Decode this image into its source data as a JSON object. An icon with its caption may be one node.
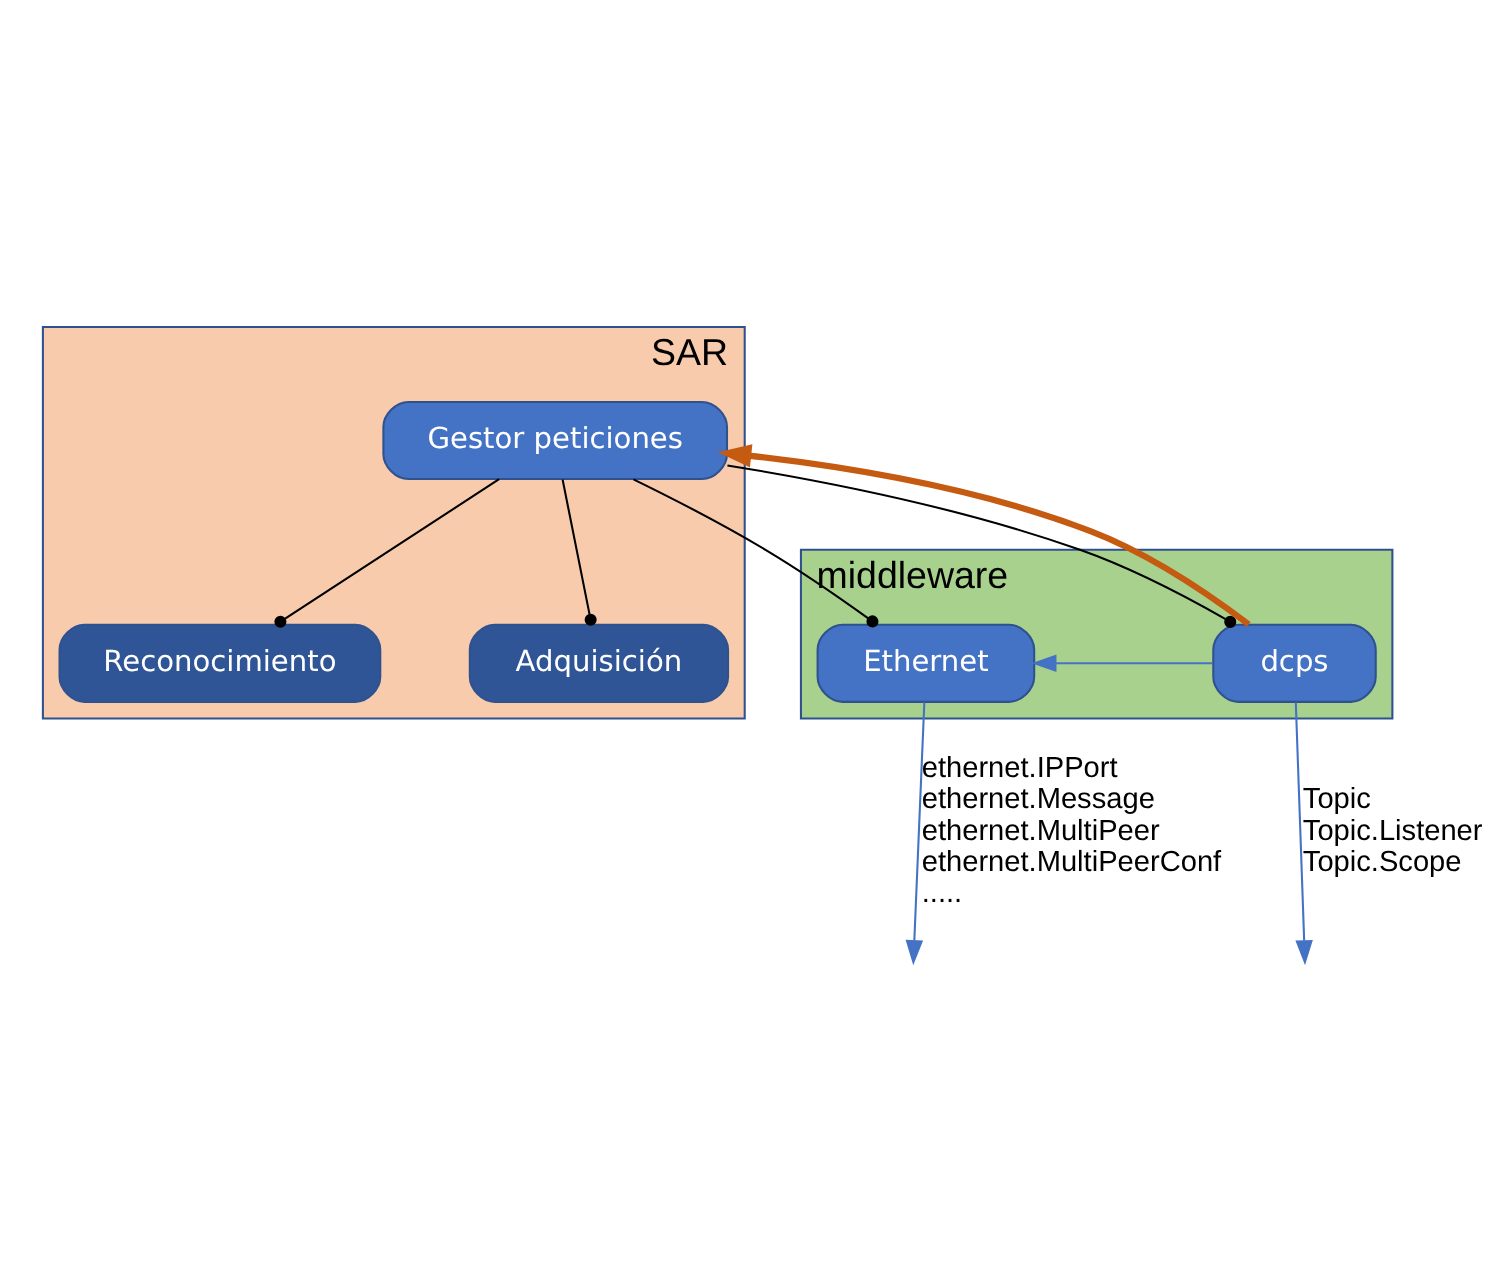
{
  "diagram": {
    "nodes": [
      {
        "text": [
          "SAR"
        ]
      },
      {
        "text": [
          "Gestor peticiones"
        ],
        "in": 0
      },
      {
        "text": [
          "Reconocimiento"
        ],
        "in": 0
      },
      {
        "text": [
          "Adquisición"
        ],
        "in": 0
      },
      {
        "text": [
          "middleware"
        ]
      },
      {
        "text": [
          "Ethernet"
        ],
        "in": 4
      },
      {
        "text": [
          "dcps"
        ],
        "in": 4
      }
    ],
    "edges": [
      {
        "from": 1,
        "to": 2,
        "arrow": "other"
      },
      {
        "from": 1,
        "to": 3,
        "arrow": "other"
      },
      {
        "from": 1,
        "to": 5,
        "arrow": "other"
      },
      {
        "from": 1,
        "to": 6,
        "arrow": "other"
      },
      {
        "from": 6,
        "to": 1,
        "arrow": "to",
        "style": "thick",
        "color": "#c55a11"
      },
      {
        "from": 6,
        "to": 5,
        "arrow": "to",
        "color": "#4472c4"
      },
      {
        "from": 5,
        "to": null,
        "arrow": "to",
        "color": "#4472c4",
        "label": "ethernet.IPPort ethernet.Message ethernet.MultiPeer ethernet.MultiPeerConf ....."
      },
      {
        "from": 6,
        "to": null,
        "arrow": "to",
        "color": "#4472c4",
        "label": "Topic Topic.Listener Topic.Scope"
      }
    ]
  }
}
